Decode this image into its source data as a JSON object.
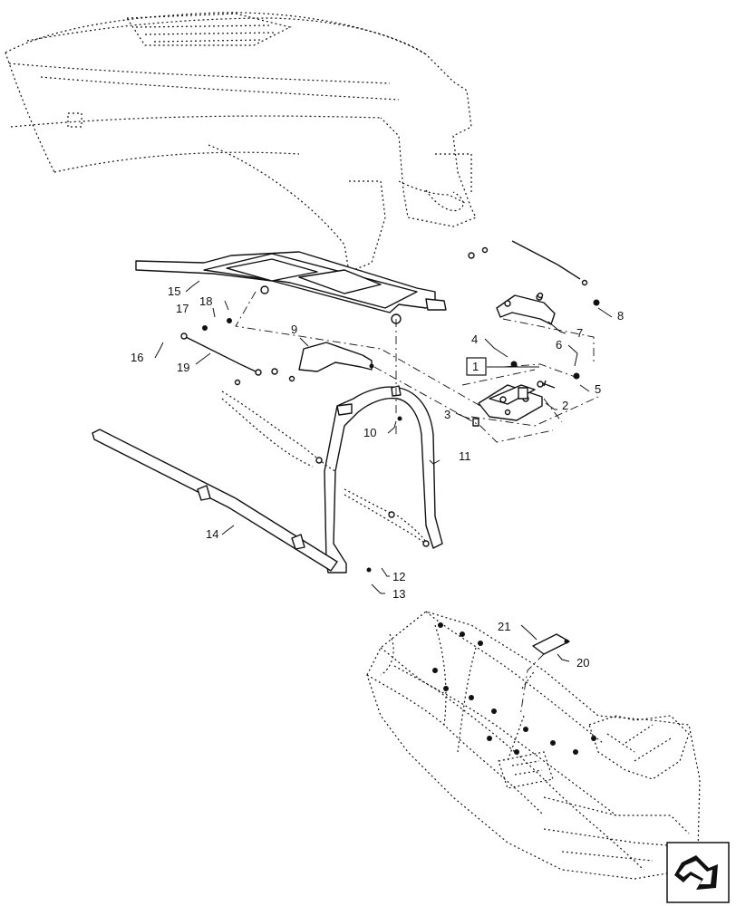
{
  "diagram": {
    "callouts": [
      "1",
      "2",
      "3",
      "4",
      "5",
      "6",
      "7",
      "8",
      "9",
      "10",
      "11",
      "12",
      "13",
      "14",
      "15",
      "16",
      "17",
      "18",
      "19",
      "20",
      "21"
    ],
    "reference_box": "1"
  }
}
